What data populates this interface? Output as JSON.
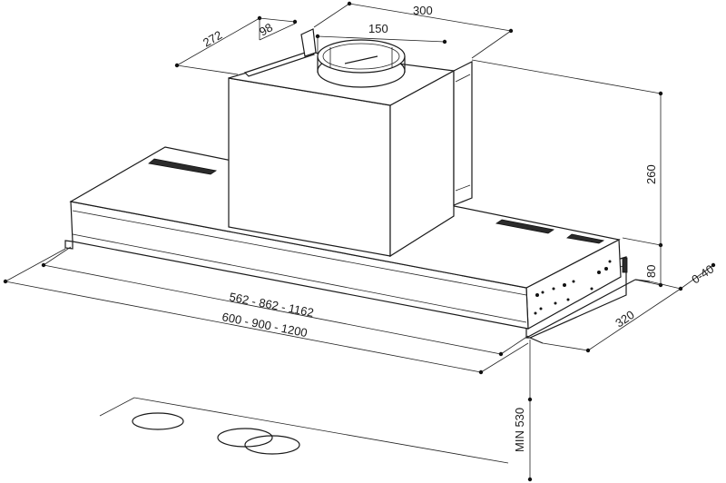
{
  "dimensions": {
    "depth_272": "272",
    "offset_98": "98",
    "width_300": "300",
    "duct_150": "150",
    "height_260": "260",
    "height_80": "80",
    "adjust_0_40": "0-40",
    "depth_320": "320",
    "inner_width": "562 - 862 - 1162",
    "outer_width": "600 - 900 - 1200",
    "min_hob_distance": "MIN 530"
  }
}
